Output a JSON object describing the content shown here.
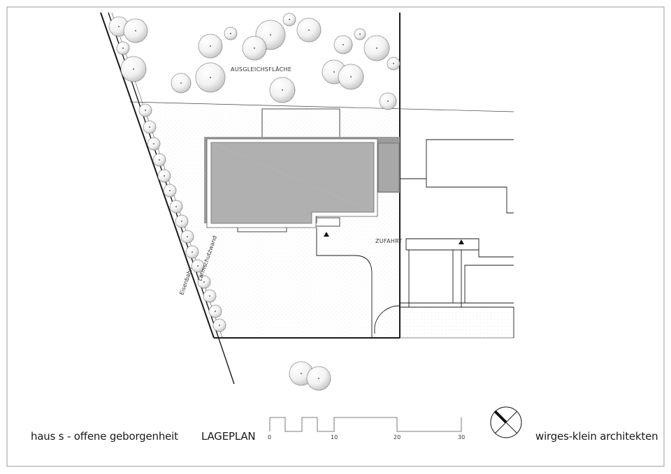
{
  "project_title": "haus s - offene geborgenheit",
  "drawing_title": "LAGEPLAN",
  "architect": "wirges-klein architekten",
  "labels": {
    "compensation_area": "AUSGLEICHSFLÄCHE",
    "driveway": "ZUFAHRT",
    "railway": "Eisenbahn",
    "noise_barrier": "Lärmschutzwand"
  },
  "scale_bar": {
    "ticks": [
      "0",
      "10",
      "20",
      "30"
    ]
  },
  "colors": {
    "line": "#1a1a1a",
    "building_fill": "#b0b0b0",
    "building_shadow": "#8a8a8a",
    "frame": "#9a9a9a"
  },
  "icons": {
    "north_arrow": "north-arrow-icon",
    "entrance": "entrance-triangle-icon",
    "tree": "tree-symbol-icon"
  }
}
